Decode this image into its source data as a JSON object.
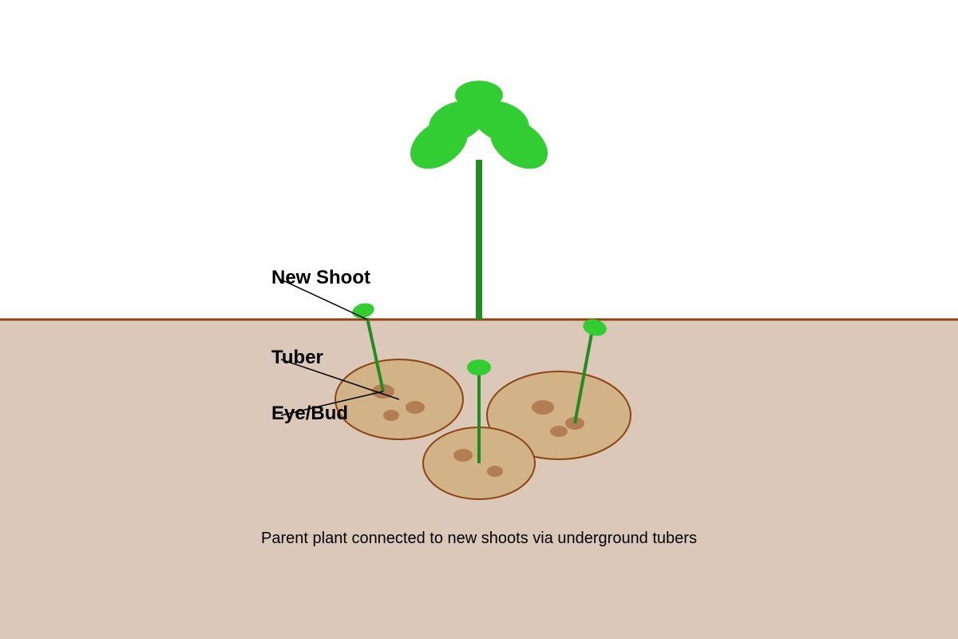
{
  "diagram": {
    "labels": {
      "new_shoot": "New Shoot",
      "tuber": "Tuber",
      "eye_bud": "Eye/Bud"
    },
    "caption": "Parent plant connected to new shoots via underground tubers"
  },
  "colors": {
    "sky": "#ffffff",
    "soil": "#dcc8b9",
    "soil_line": "#8b4513",
    "leaf": "#32cd32",
    "stem": "#228b22",
    "tuber_fill": "#d2b287",
    "tuber_outline": "#8b4513",
    "eye": "#b47e55",
    "leader_line": "#000000"
  }
}
